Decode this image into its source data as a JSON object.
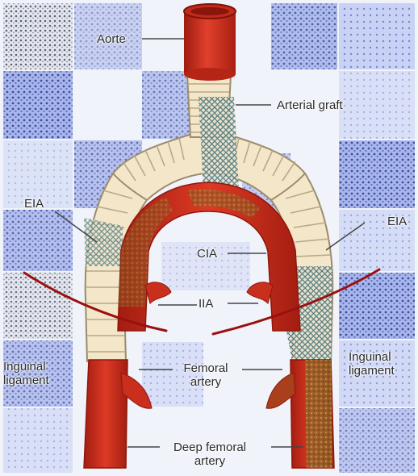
{
  "labels": {
    "aorta": "Aorte",
    "arterial_graft": "Arterial graft",
    "eia_left": "EIA",
    "eia_right": "EIA",
    "cia": "CIA",
    "iia": "IIA",
    "inguinal_left": "Inguinal\nligament",
    "inguinal_right": "Inguinal\nligament",
    "femoral_artery": "Femoral\nartery",
    "deep_femoral_artery": "Deep femoral\nartery"
  },
  "colors": {
    "artery": "#d3311f",
    "artery_dark": "#9e1b10",
    "artery_light": "#ea6a4f",
    "graft_fill": "#f4e6c8",
    "graft_rib": "#b8a98a",
    "mesh": "#3d6f73",
    "ligament": "#9a1010",
    "tile_blue": "#8c9fe0",
    "tile_dark": "#3f4f9a",
    "leader_line": "#444444"
  }
}
